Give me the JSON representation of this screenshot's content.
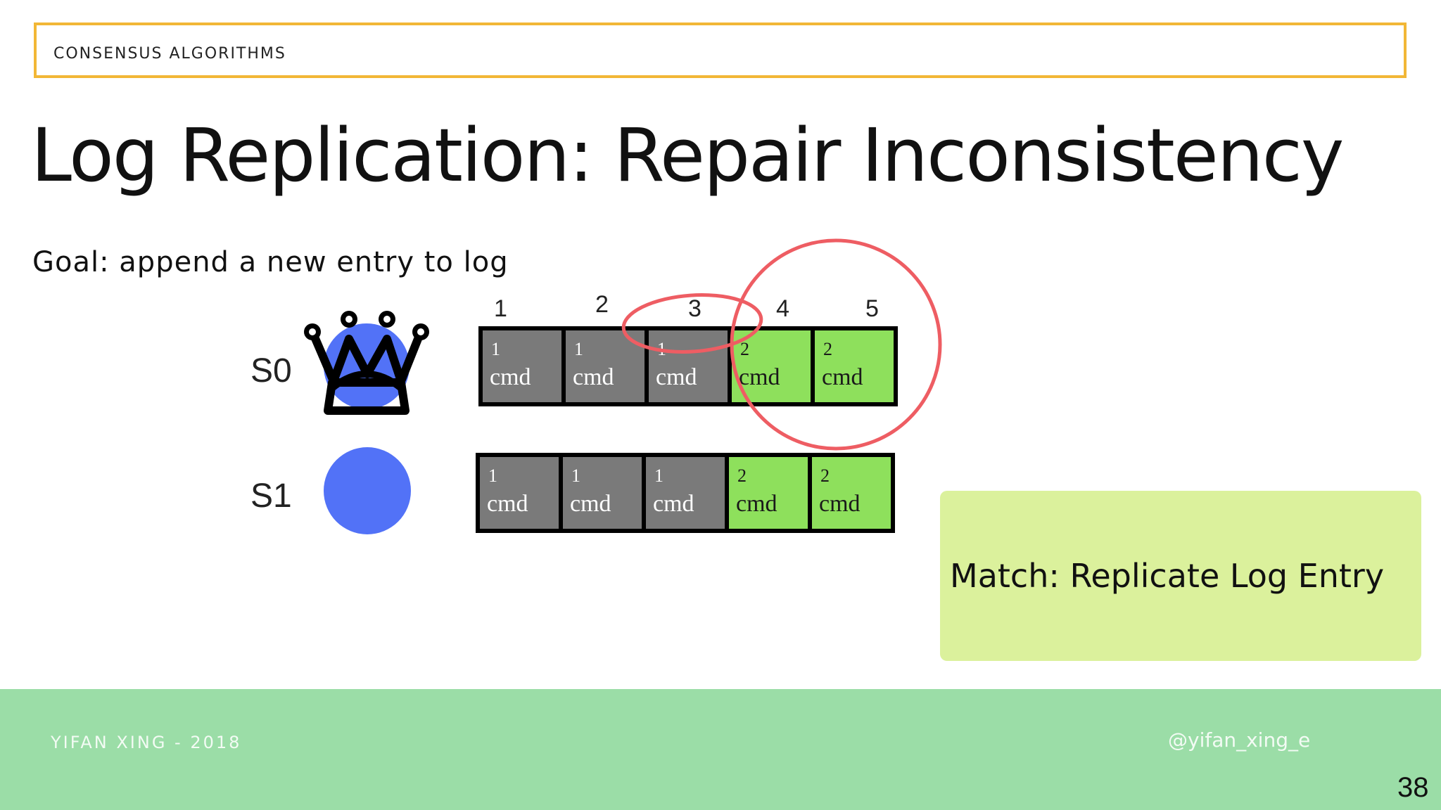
{
  "header": {
    "section": "CONSENSUS ALGORITHMS"
  },
  "slide": {
    "title": "Log Replication: Repair Inconsistency",
    "subtitle": "Goal: append a new entry to log",
    "slide_number": "38"
  },
  "log_indices": [
    "1",
    "2",
    "3",
    "4",
    "5"
  ],
  "servers": [
    {
      "label": "S0",
      "role": "leader",
      "icon": "crown-icon"
    },
    {
      "label": "S1",
      "role": "follower",
      "icon": "circle-icon"
    }
  ],
  "logs": {
    "s0": [
      {
        "term": "1",
        "cmd": "cmd"
      },
      {
        "term": "1",
        "cmd": "cmd"
      },
      {
        "term": "1",
        "cmd": "cmd"
      },
      {
        "term": "2",
        "cmd": "cmd"
      },
      {
        "term": "2",
        "cmd": "cmd"
      }
    ],
    "s1": [
      {
        "term": "1",
        "cmd": "cmd"
      },
      {
        "term": "1",
        "cmd": "cmd"
      },
      {
        "term": "1",
        "cmd": "cmd"
      },
      {
        "term": "2",
        "cmd": "cmd"
      },
      {
        "term": "2",
        "cmd": "cmd"
      }
    ]
  },
  "note": {
    "text": "Match: Replicate Log Entry"
  },
  "footer": {
    "author": "YIFAN XING - 2018",
    "handle": "@yifan_xing_e"
  },
  "colors": {
    "accent_border": "#f2b736",
    "term1": "#7a7a7a",
    "term2": "#8ee05c",
    "highlight": "#ee5d63",
    "server_dot": "#5272f7",
    "note_bg": "#dbf19c",
    "footer_bg": "#9bdda7"
  }
}
